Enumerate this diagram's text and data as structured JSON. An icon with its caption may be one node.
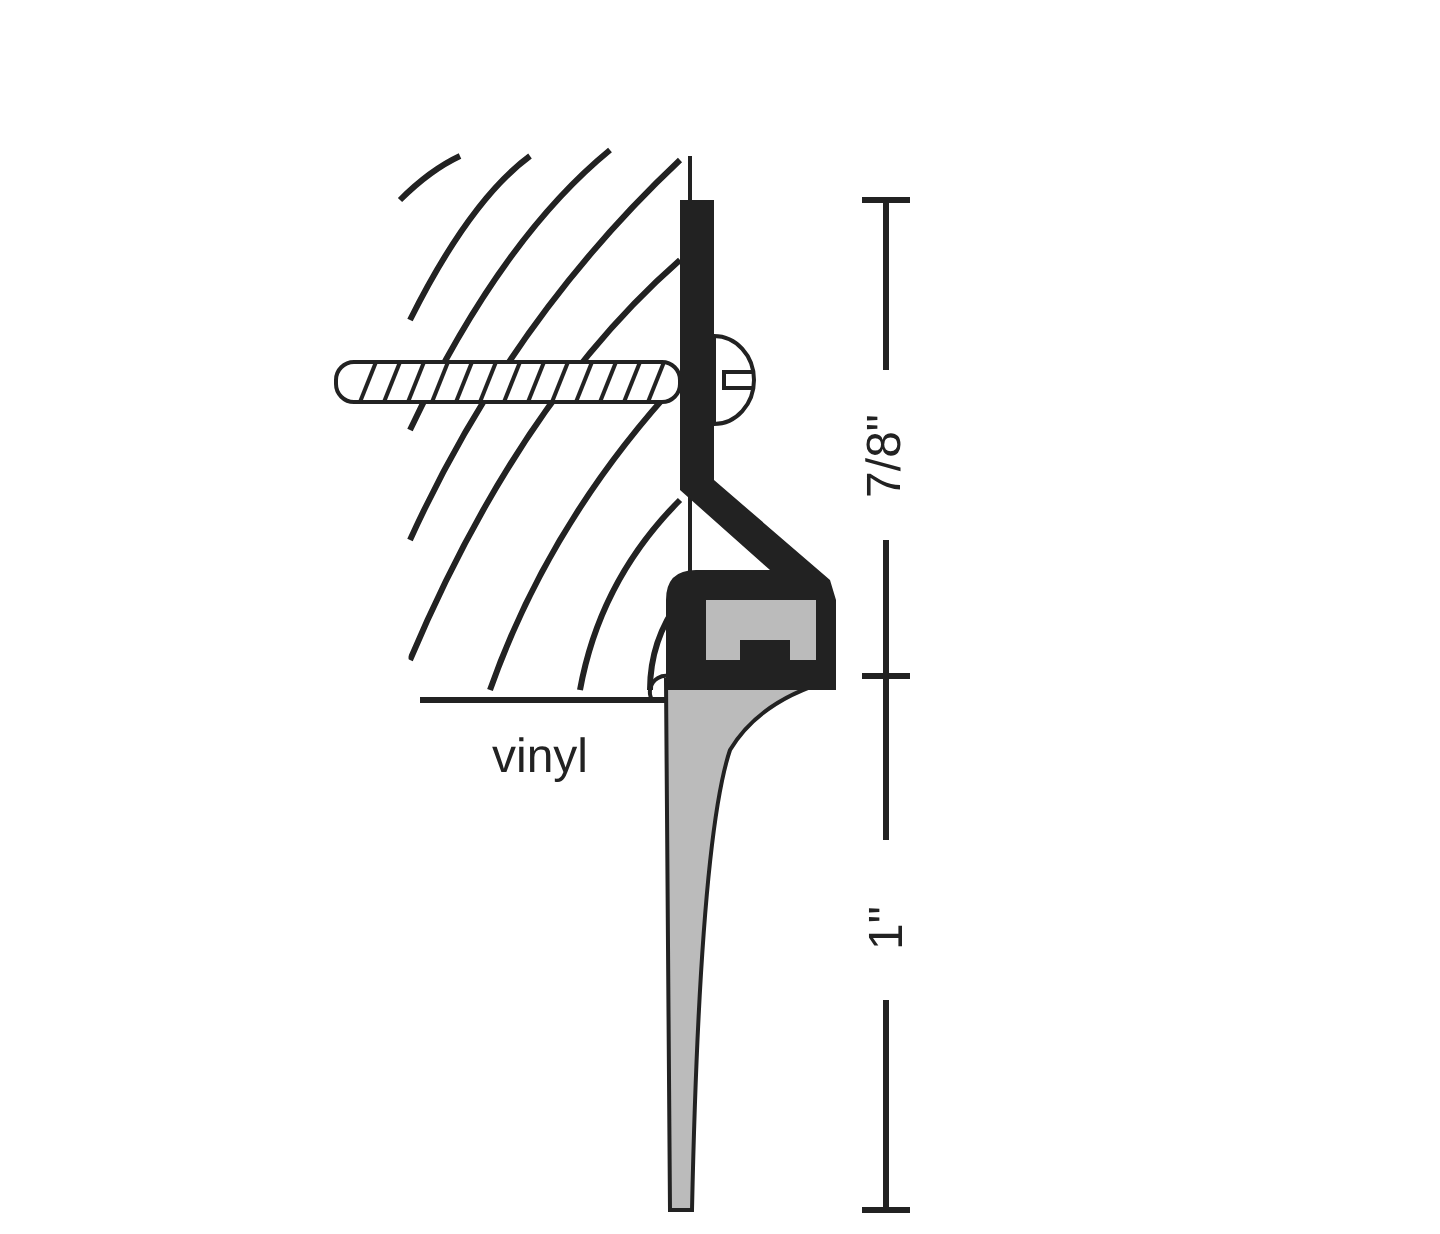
{
  "diagram": {
    "labels": [
      "vinyl",
      "7/8\"",
      "1\""
    ]
  }
}
